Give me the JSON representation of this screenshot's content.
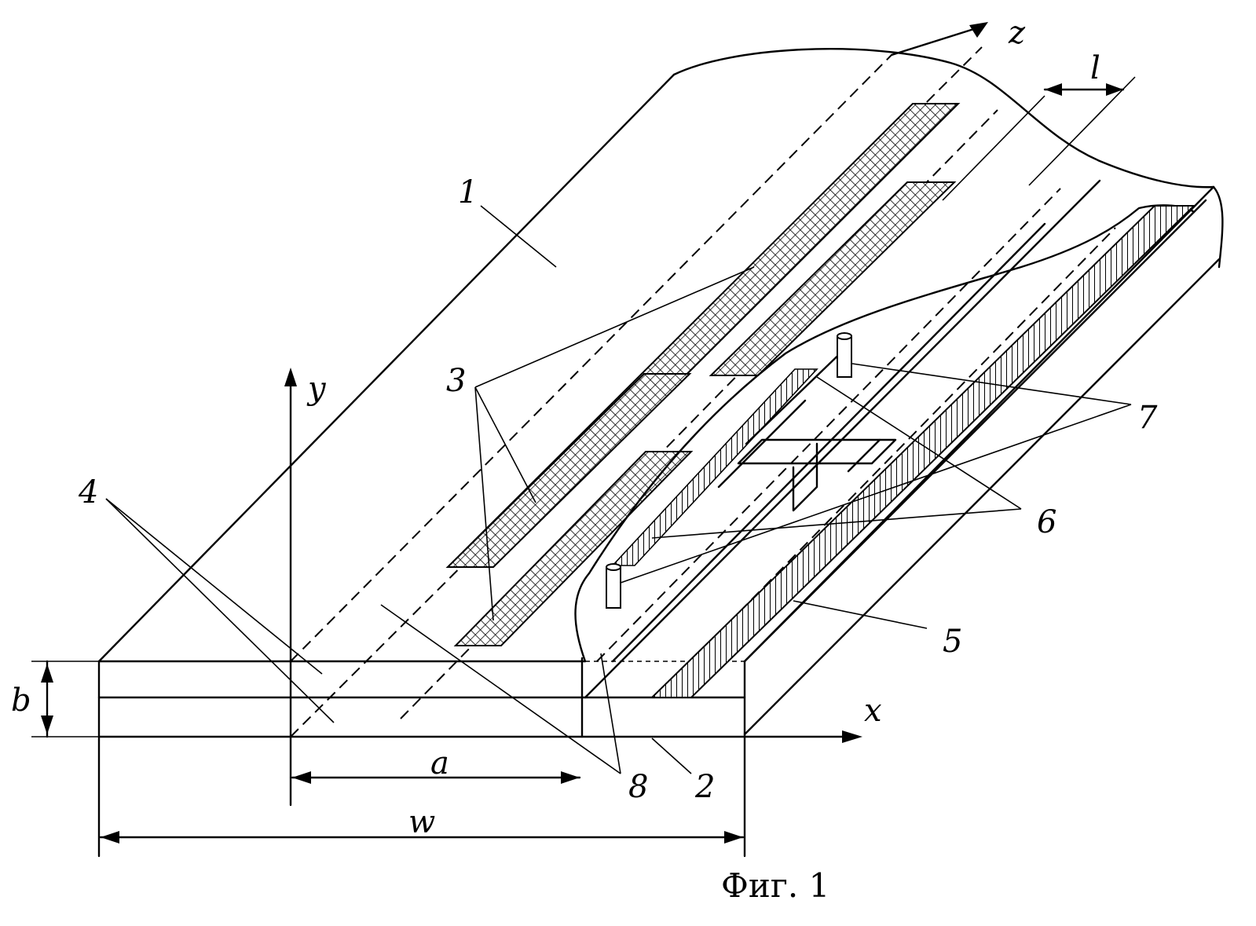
{
  "caption": "Фиг. 1",
  "axes": {
    "x": "x",
    "y": "y",
    "z": "z"
  },
  "dimensions": {
    "a": "a",
    "b": "b",
    "w": "w",
    "l": "l"
  },
  "labels": {
    "n1": "1",
    "n2": "2",
    "n3": "3",
    "n4": "4",
    "n5": "5",
    "n6": "6",
    "n7": "7",
    "n8": "8"
  }
}
